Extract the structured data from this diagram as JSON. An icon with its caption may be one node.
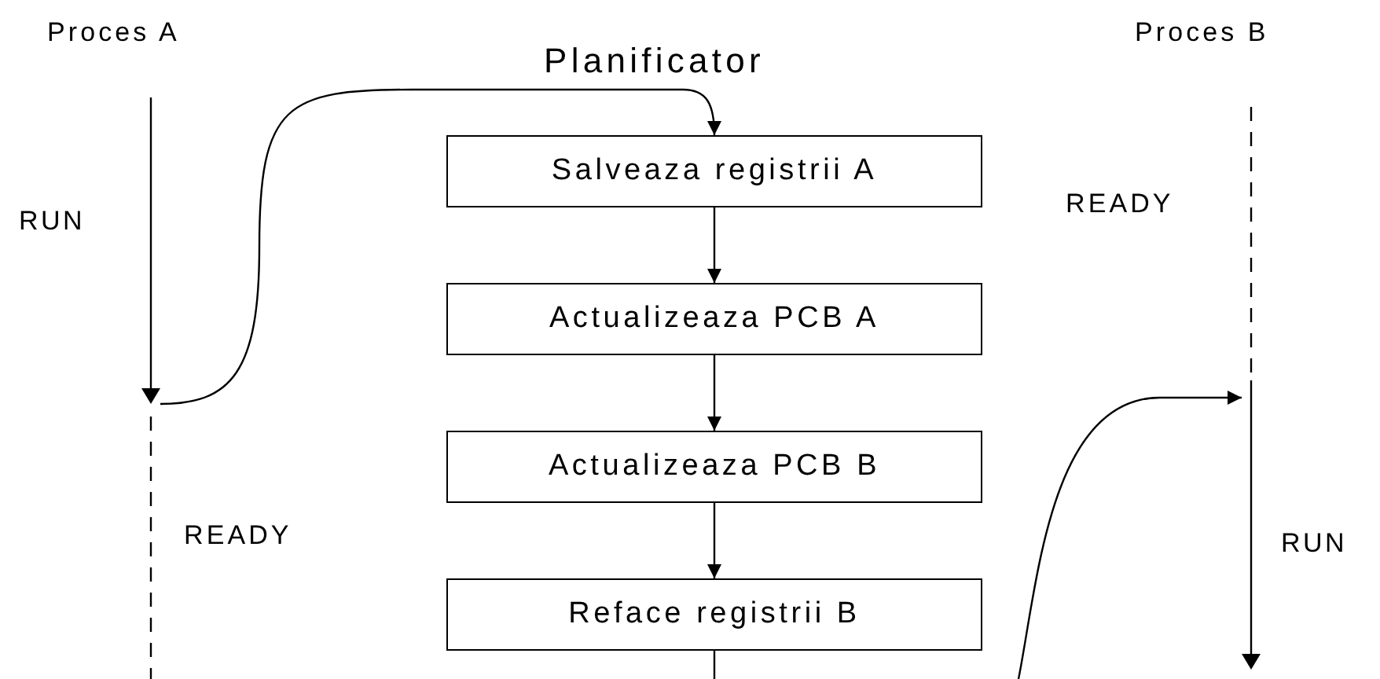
{
  "diagram": {
    "nodes": [
      {
        "text": [
          "Salveaza registrii A"
        ]
      },
      {
        "text": [
          "Actualizeaza PCB A"
        ]
      },
      {
        "text": [
          "Actualizeaza PCB B"
        ]
      },
      {
        "text": [
          "Reface registrii B"
        ]
      },
      {
        "text": [],
        "shape": "bar",
        "beside": [
          "RUN"
        ]
      },
      {
        "text": [],
        "shape": "bar",
        "beside": [
          "RUN"
        ]
      }
    ],
    "edges": [
      {
        "from": 4,
        "to": 0,
        "arrow": "to"
      },
      {
        "from": 0,
        "to": 1,
        "arrow": "to"
      },
      {
        "from": 1,
        "to": 2,
        "arrow": "to"
      },
      {
        "from": 2,
        "to": 3,
        "arrow": "to"
      },
      {
        "from": 3,
        "to": null,
        "arrow": "none"
      },
      {
        "from": null,
        "to": 5,
        "arrow": "to"
      }
    ],
    "labels": [
      "Proces A",
      "Planificator",
      "Proces B",
      "READY",
      "READY"
    ]
  }
}
